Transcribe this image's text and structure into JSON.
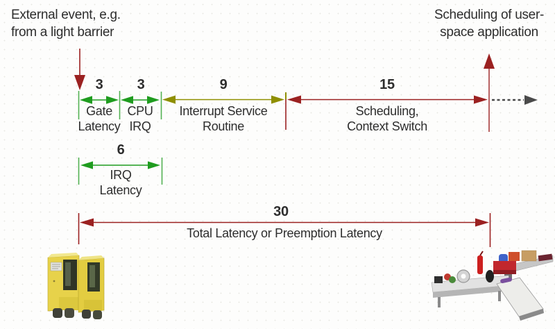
{
  "diagram": {
    "event_label": {
      "line1": "External event, e.g.",
      "line2": "from a light barrier"
    },
    "schedule_label": {
      "line1": "Scheduling of user-",
      "line2": "space application"
    },
    "segments": [
      {
        "id": "gate-latency",
        "value": "3",
        "line1": "Gate",
        "line2": "Latency",
        "color": "#1f9c1f"
      },
      {
        "id": "cpu-irq",
        "value": "3",
        "line1": "CPU",
        "line2": "IRQ",
        "color": "#1f9c1f"
      },
      {
        "id": "interrupt-service-routine",
        "value": "9",
        "line1": "Interrupt Service",
        "line2": "Routine",
        "color": "#8f8f00"
      },
      {
        "id": "scheduling-context-switch",
        "value": "15",
        "line1": "Scheduling,",
        "line2": "Context Switch",
        "color": "#9b2121"
      }
    ],
    "irq_latency": {
      "value": "6",
      "line1": "IRQ",
      "line2": "Latency",
      "color": "#1f9c1f"
    },
    "total_latency": {
      "value": "30",
      "label": "Total Latency or Preemption Latency",
      "color": "#9b2121"
    },
    "colors": {
      "red": "#9b2121",
      "green": "#1f9c1f",
      "green_tick": "#52b152",
      "olive": "#8f8f00",
      "dashed_gray": "#4a4a4a",
      "text": "#2d2d2d"
    },
    "photos": {
      "left": "light-barrier-sensors",
      "right": "conveyor-belt-system"
    }
  }
}
